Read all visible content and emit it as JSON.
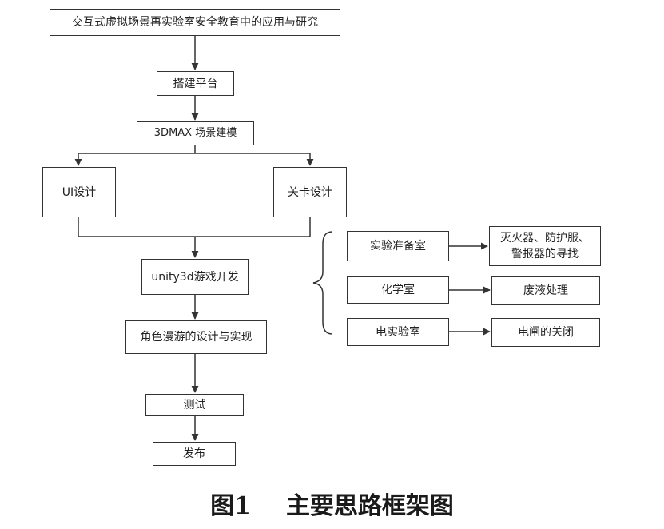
{
  "nodes": {
    "top": "交互式虚拟场景再实验室安全教育中的应用与研究",
    "platform": "搭建平台",
    "modeling": "3DMAX 场景建模",
    "ui_design": "UI设计",
    "level_design": "关卡设计",
    "unity": "unity3d游戏开发",
    "roaming": "角色漫游的设计与实现",
    "test": "测试",
    "release": "发布",
    "lab_prep": "实验准备室",
    "lab_prep_task_line1": "灭火器、防护服、",
    "lab_prep_task_line2": "警报器的寻找",
    "chem_room": "化学室",
    "chem_task": "废液处理",
    "elec_room": "电实验室",
    "elec_task": "电闸的关闭"
  },
  "caption": {
    "figure": "图1",
    "title": "主要思路框架图"
  }
}
